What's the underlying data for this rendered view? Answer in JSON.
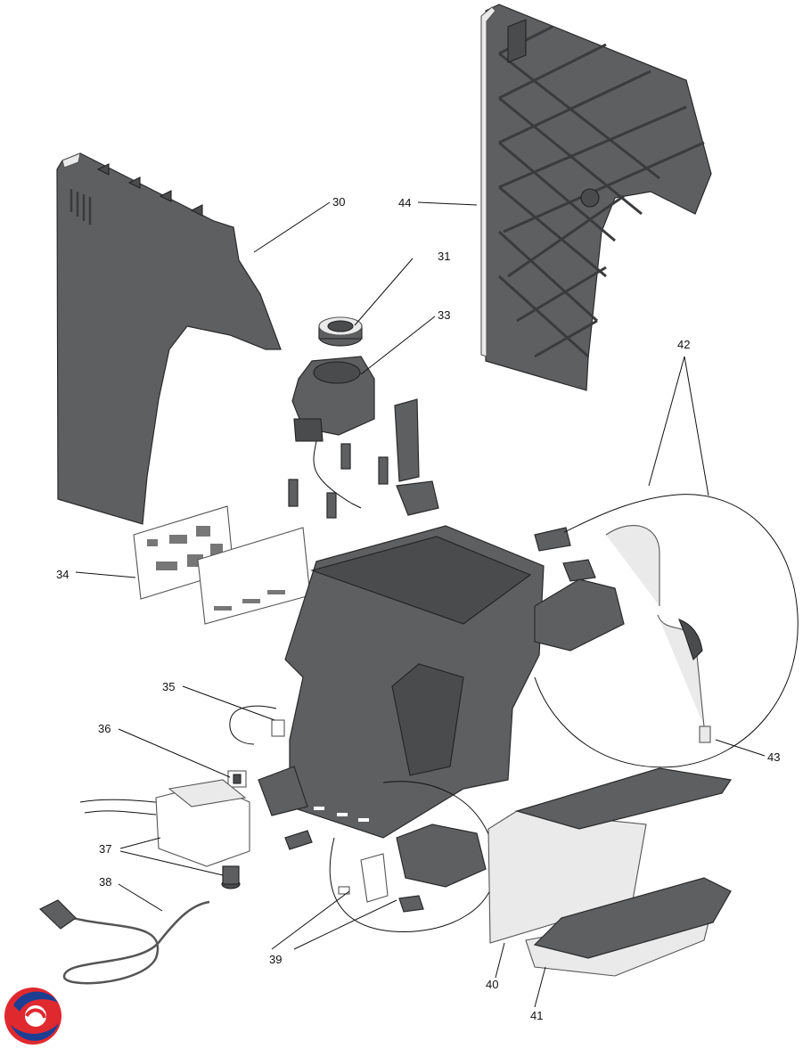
{
  "labels": {
    "l30": "30",
    "l31": "31",
    "l33": "33",
    "l34": "34",
    "l35": "35",
    "l36": "36",
    "l37": "37",
    "l38": "38",
    "l39": "39",
    "l40": "40",
    "l41": "41",
    "l42": "42",
    "l43": "43",
    "l44": "44"
  },
  "colors": {
    "part_fill": "#5e5f61",
    "part_outline": "#2a2a2a",
    "light_part": "#eaeaea",
    "logo_red": "#e0282f",
    "logo_blue": "#1c3f94"
  }
}
